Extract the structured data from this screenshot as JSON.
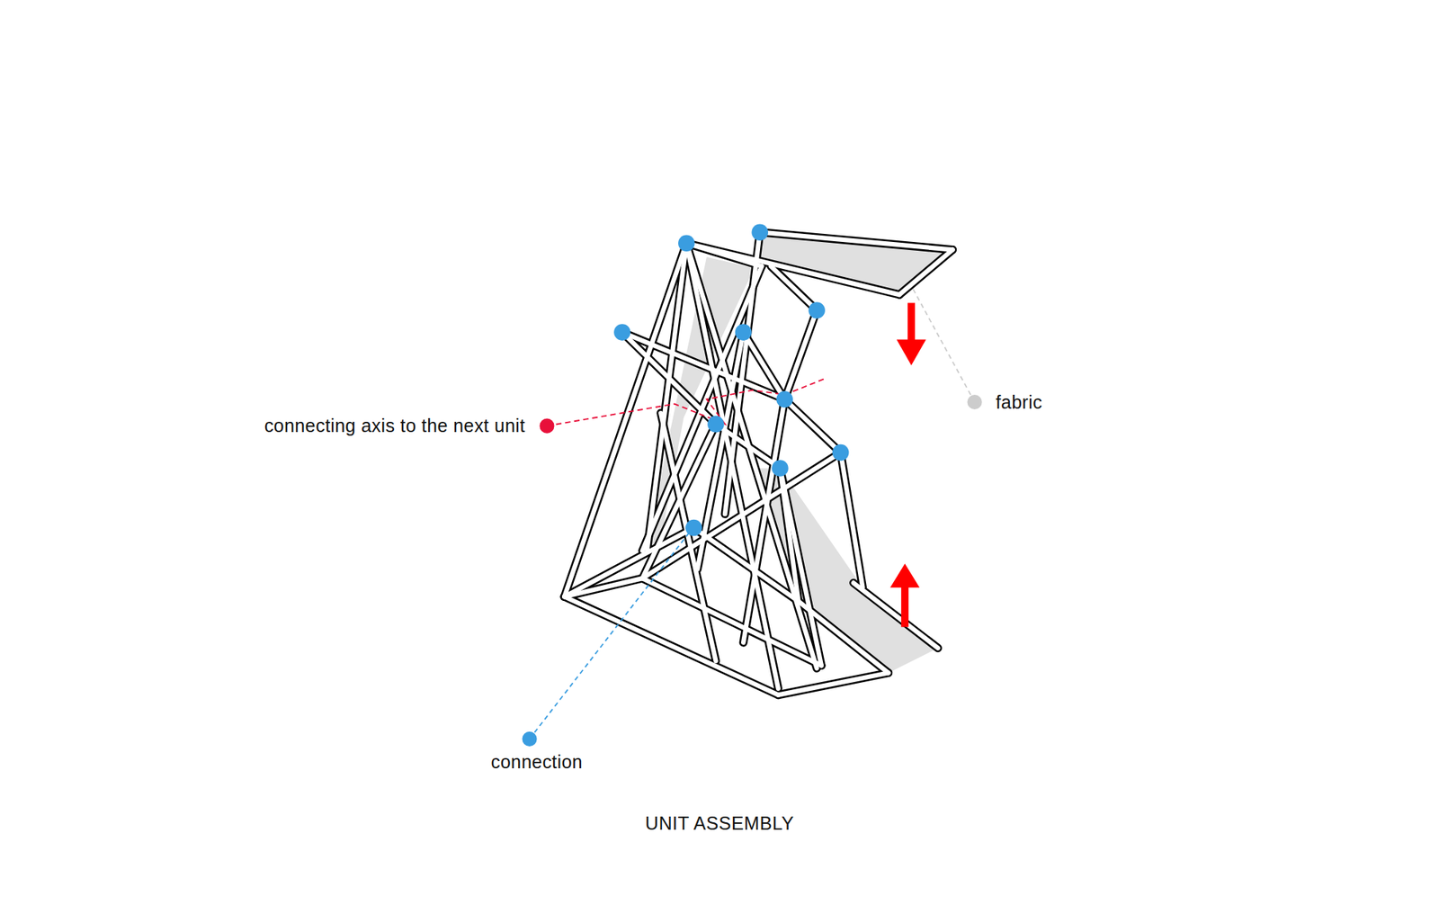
{
  "diagram": {
    "caption": "UNIT ASSEMBLY",
    "labels": [
      "connecting axis to the next unit",
      "fabric",
      "connection"
    ]
  }
}
